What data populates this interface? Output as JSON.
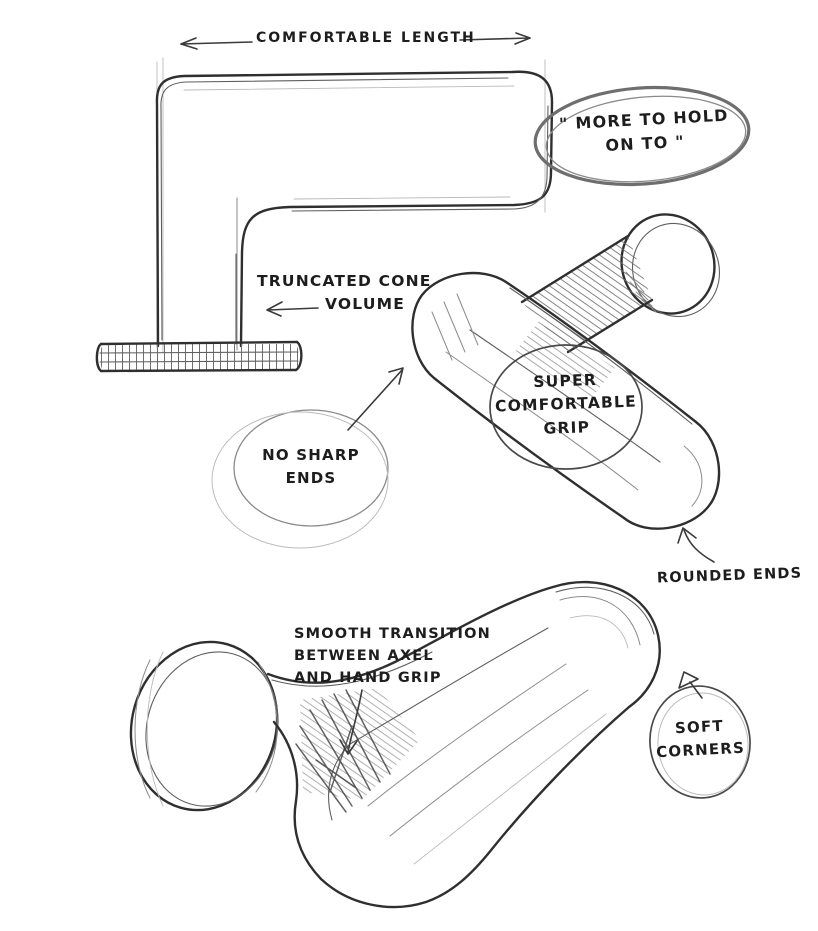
{
  "palette": {
    "ink": "#2f2f2f",
    "pencil": "#8b8b8b",
    "paper": "#ffffff",
    "text": "#1d1d1d"
  },
  "annotations": {
    "comfortable_length": "COMFORTABLE LENGTH",
    "more_to_hold": {
      "line1": "\" MORE TO HOLD",
      "line2": "ON TO \""
    },
    "truncated_cone": {
      "line1": "TRUNCATED CONE",
      "line2": "VOLUME"
    },
    "no_sharp_ends": {
      "line1": "NO SHARP",
      "line2": "ENDS"
    },
    "super_grip": {
      "line1": "SUPER",
      "line2": "COMFORTABLE",
      "line3": "GRIP"
    },
    "rounded_ends": "ROUNDED ENDS",
    "smooth_transition": {
      "line1": "SMOOTH TRANSITION",
      "line2": "BETWEEN AXEL",
      "line3": "AND HAND GRIP"
    },
    "soft_corners": {
      "line1": "SOFT",
      "line2": "CORNERS"
    }
  }
}
